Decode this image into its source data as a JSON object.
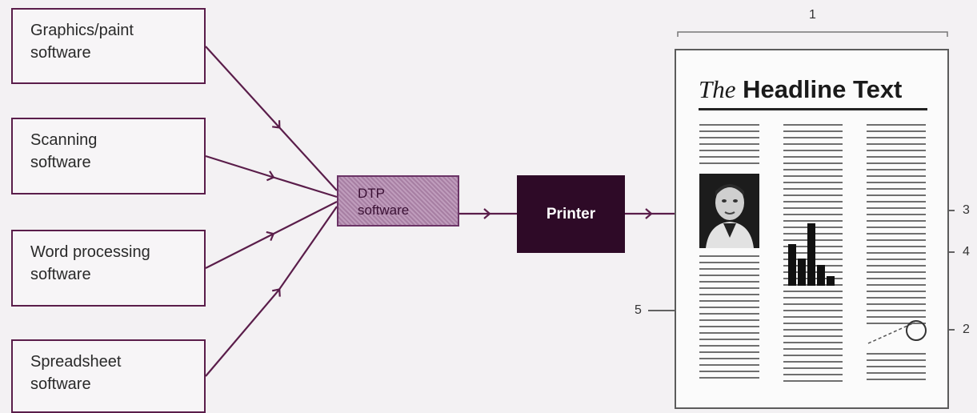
{
  "sources": [
    {
      "line1": "Graphics/paint",
      "line2": "software"
    },
    {
      "line1": "Scanning",
      "line2": "software"
    },
    {
      "line1": "Word processing",
      "line2": "software"
    },
    {
      "line1": "Spreadsheet",
      "line2": "software"
    }
  ],
  "dtp": {
    "line1": "DTP",
    "line2": "software"
  },
  "printer": {
    "label": "Printer"
  },
  "page": {
    "headline_the": "The",
    "headline_main": "Headline Text"
  },
  "callouts": [
    "1",
    "2",
    "3",
    "4",
    "5"
  ],
  "colors": {
    "line": "#5a1d4a",
    "dtp_fill": "#b187ad",
    "printer_fill": "#2e0a27"
  }
}
